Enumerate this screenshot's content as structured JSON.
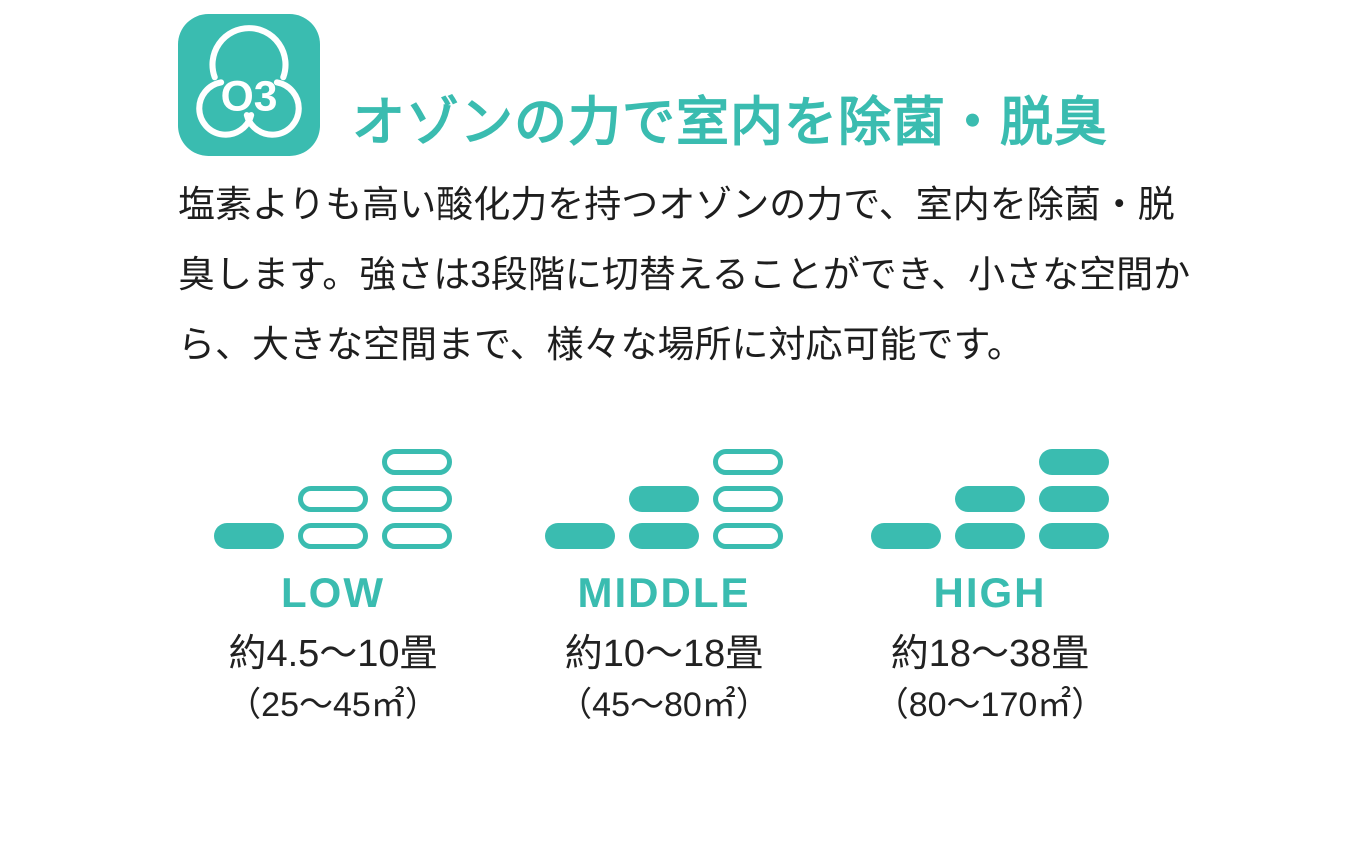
{
  "accent_color": "#3abcb0",
  "header": {
    "icon": {
      "label": "O3"
    },
    "title": "オゾンの力で室内を除菌・脱臭"
  },
  "body": {
    "lines": [
      "塩素よりも高い酸化力を持つオゾンの力で、室内を除菌・脱",
      "臭します。強さは3段階に切替えることができ、小さな空間か",
      "ら、大きな空間まで、様々な場所に対応可能です。"
    ]
  },
  "levels": [
    {
      "label": "LOW",
      "tatami": "約4.5〜10畳",
      "sqm": "（25〜45㎡）",
      "bars": [
        [
          "filled"
        ],
        [
          "outline",
          "outline"
        ],
        [
          "outline",
          "outline",
          "outline"
        ]
      ]
    },
    {
      "label": "MIDDLE",
      "tatami": "約10〜18畳",
      "sqm": "（45〜80㎡）",
      "bars": [
        [
          "filled"
        ],
        [
          "filled",
          "filled"
        ],
        [
          "outline",
          "outline",
          "outline"
        ]
      ]
    },
    {
      "label": "HIGH",
      "tatami": "約18〜38畳",
      "sqm": "（80〜170㎡）",
      "bars": [
        [
          "filled"
        ],
        [
          "filled",
          "filled"
        ],
        [
          "filled",
          "filled",
          "filled"
        ]
      ]
    }
  ]
}
